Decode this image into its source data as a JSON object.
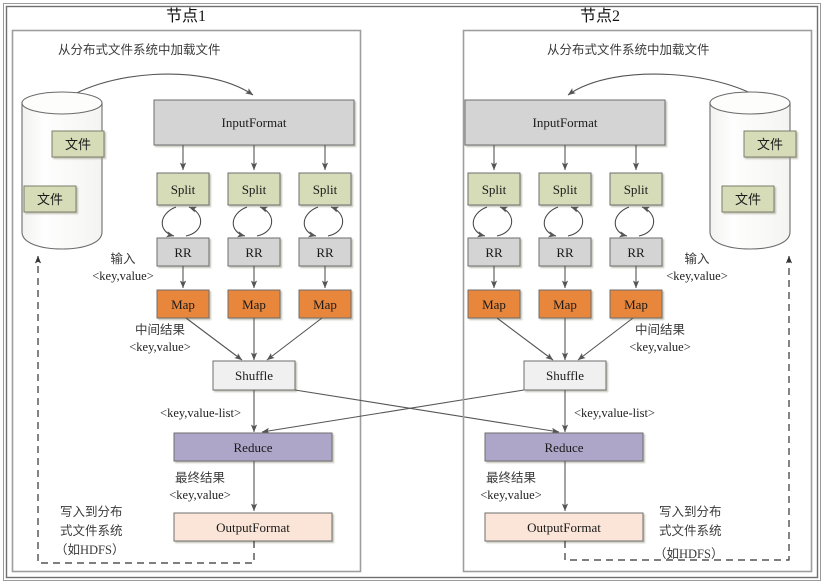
{
  "diagram": {
    "title_hidden": "",
    "colors": {
      "frame": "#7a7a7a",
      "panel_border": "#9a9a9a",
      "inputformat_fill": "#d4d4d4",
      "split_fill": "#d6dcb8",
      "rr_fill": "#d4d4d4",
      "map_fill": "#e8873a",
      "shuffle_fill": "#f0f0f0",
      "reduce_fill": "#aea6c8",
      "outputformat_fill": "#fae5d8",
      "file_fill": "#d6dcb8",
      "cylinder_fill": "#fbfbfa",
      "arrow": "#555555",
      "dashed": "#333333",
      "text": "#1a1a1a"
    },
    "nodes": [
      {
        "id": "node1",
        "title": "节点1",
        "cylinder_side": "left",
        "load_label": "从分布式文件系统中加载文件",
        "files": [
          "文件",
          "文件"
        ],
        "inputformat": "InputFormat",
        "splits": [
          "Split",
          "Split",
          "Split"
        ],
        "readers": [
          "RR",
          "RR",
          "RR"
        ],
        "maps": [
          "Map",
          "Map",
          "Map"
        ],
        "shuffle": "Shuffle",
        "reduce": "Reduce",
        "outputformat": "OutputFormat",
        "input_label_line1": "输入",
        "input_label_line2": "<key,value>",
        "intermediate_label_line1": "中间结果",
        "intermediate_label_line2": "<key,value>",
        "keylist_label": "<key,value-list>",
        "final_label_line1": "最终结果",
        "final_label_line2": "<key,value>",
        "writeback_line1": "写入到分布",
        "writeback_line2": "式文件系统",
        "writeback_line3": "（如HDFS）"
      },
      {
        "id": "node2",
        "title": "节点2",
        "cylinder_side": "right",
        "load_label": "从分布式文件系统中加载文件",
        "files": [
          "文件",
          "文件"
        ],
        "inputformat": "InputFormat",
        "splits": [
          "Split",
          "Split",
          "Split"
        ],
        "readers": [
          "RR",
          "RR",
          "RR"
        ],
        "maps": [
          "Map",
          "Map",
          "Map"
        ],
        "shuffle": "Shuffle",
        "reduce": "Reduce",
        "outputformat": "OutputFormat",
        "input_label_line1": "输入",
        "input_label_line2": "<key,value>",
        "intermediate_label_line1": "中间结果",
        "intermediate_label_line2": "<key,value>",
        "keylist_label": "<key,value-list>",
        "final_label_line1": "最终结果",
        "final_label_line2": "<key,value>",
        "writeback_line1": "写入到分布",
        "writeback_line2": "式文件系统",
        "writeback_line3": "（如HDFS）"
      }
    ]
  }
}
